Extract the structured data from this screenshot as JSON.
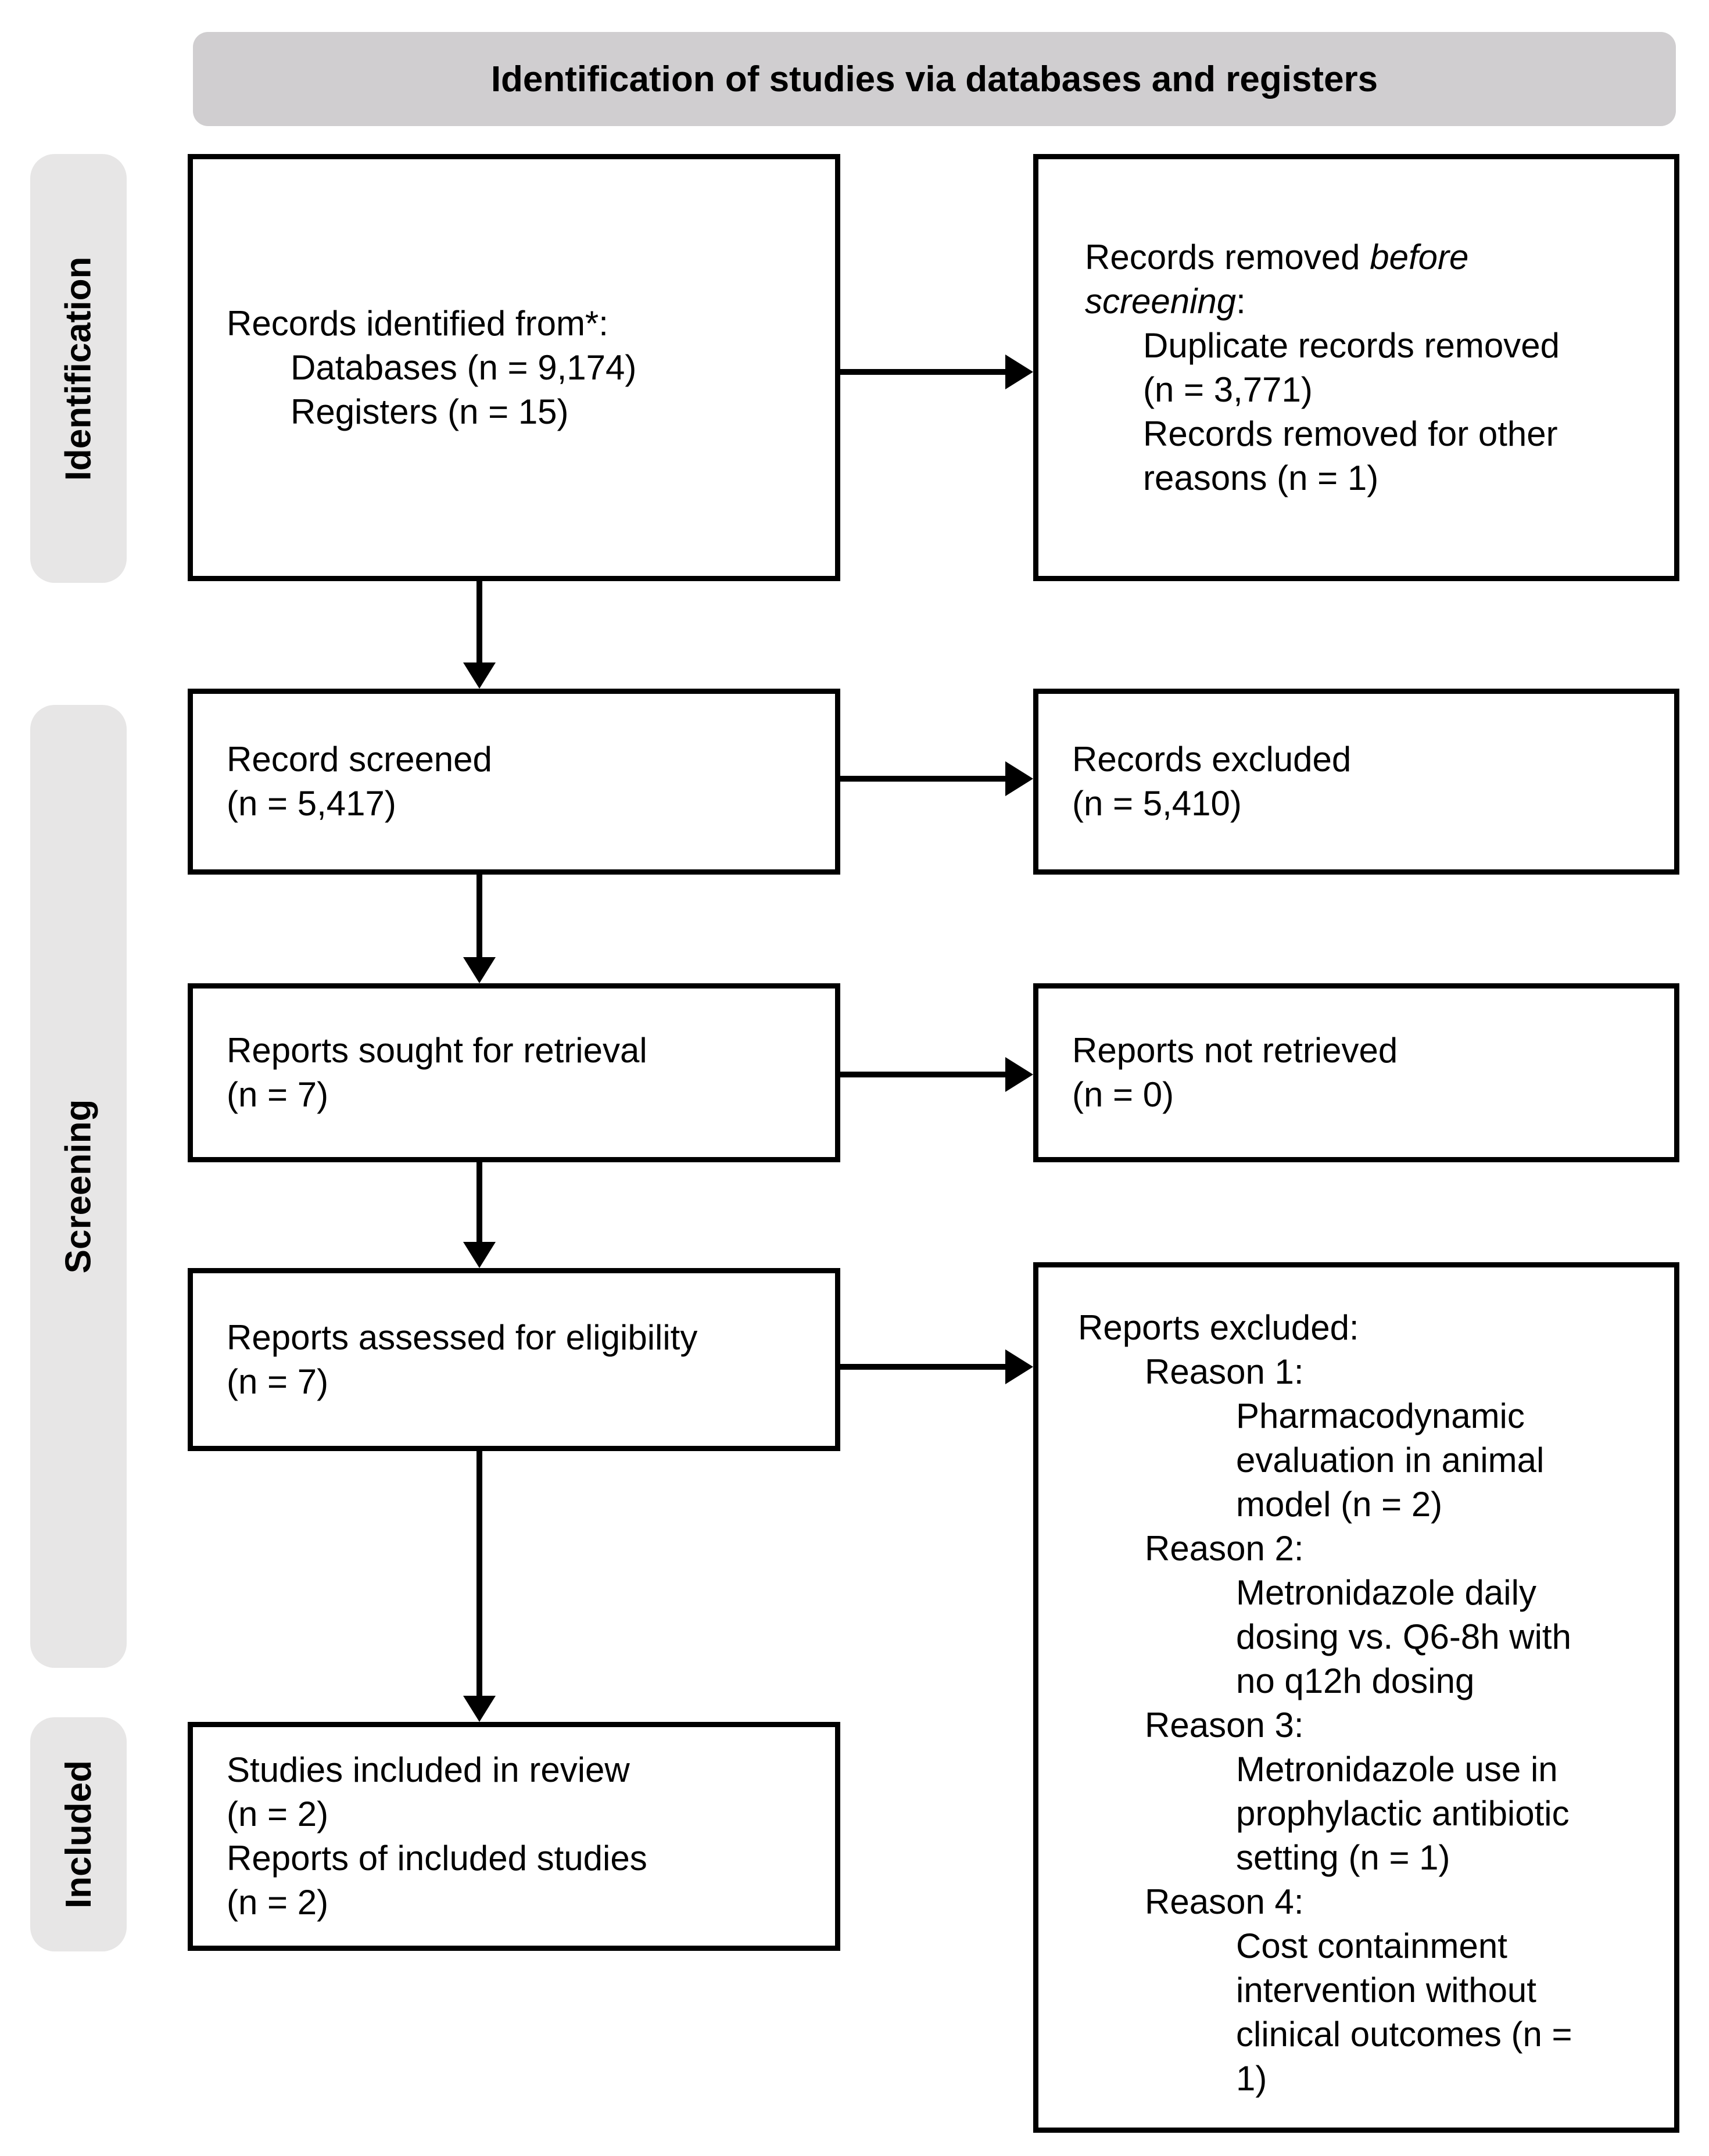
{
  "header": {
    "title": "Identification of studies via databases and registers"
  },
  "stages": {
    "identification": "Identification",
    "screening": "Screening",
    "included": "Included"
  },
  "boxes": {
    "records_identified": {
      "title": "Records identified from*:",
      "items": [
        "Databases (n = 9,174)",
        "Registers (n = 15)"
      ]
    },
    "records_removed": {
      "title_prefix": "Records removed ",
      "title_italic": "before screening",
      "title_suffix": ":",
      "items": [
        "Duplicate records removed (n = 3,771)",
        "Records removed for other reasons (n = 1)"
      ]
    },
    "records_screened": {
      "lines": [
        "Record screened",
        "(n = 5,417)"
      ]
    },
    "records_excluded": {
      "lines": [
        "Records excluded",
        "(n = 5,410)"
      ]
    },
    "reports_sought": {
      "lines": [
        "Reports sought for retrieval",
        "(n = 7)"
      ]
    },
    "reports_not_retrieved": {
      "lines": [
        "Reports not retrieved",
        "(n = 0)"
      ]
    },
    "reports_assessed": {
      "lines": [
        "Reports assessed for eligibility",
        "(n = 7)"
      ]
    },
    "reports_excluded": {
      "title": "Reports excluded:",
      "reasons": [
        {
          "label": "Reason 1:",
          "detail": "Pharmacodynamic evaluation in animal model (n = 2)"
        },
        {
          "label": "Reason 2:",
          "detail": "Metronidazole daily dosing vs. Q6-8h with no q12h dosing"
        },
        {
          "label": "Reason 3:",
          "detail": "Metronidazole use in prophylactic antibiotic setting (n = 1)"
        },
        {
          "label": "Reason 4:",
          "detail": "Cost containment intervention without clinical outcomes (n = 1)"
        }
      ]
    },
    "studies_included": {
      "lines": [
        "Studies included in review",
        "(n = 2)",
        "Reports of included studies",
        "(n = 2)"
      ]
    }
  },
  "colors": {
    "banner_bg": "#d0ced0",
    "stage_bg": "#e7e6e6",
    "box_border": "#000000",
    "arrow": "#000000",
    "text": "#000000",
    "background": "#ffffff"
  }
}
